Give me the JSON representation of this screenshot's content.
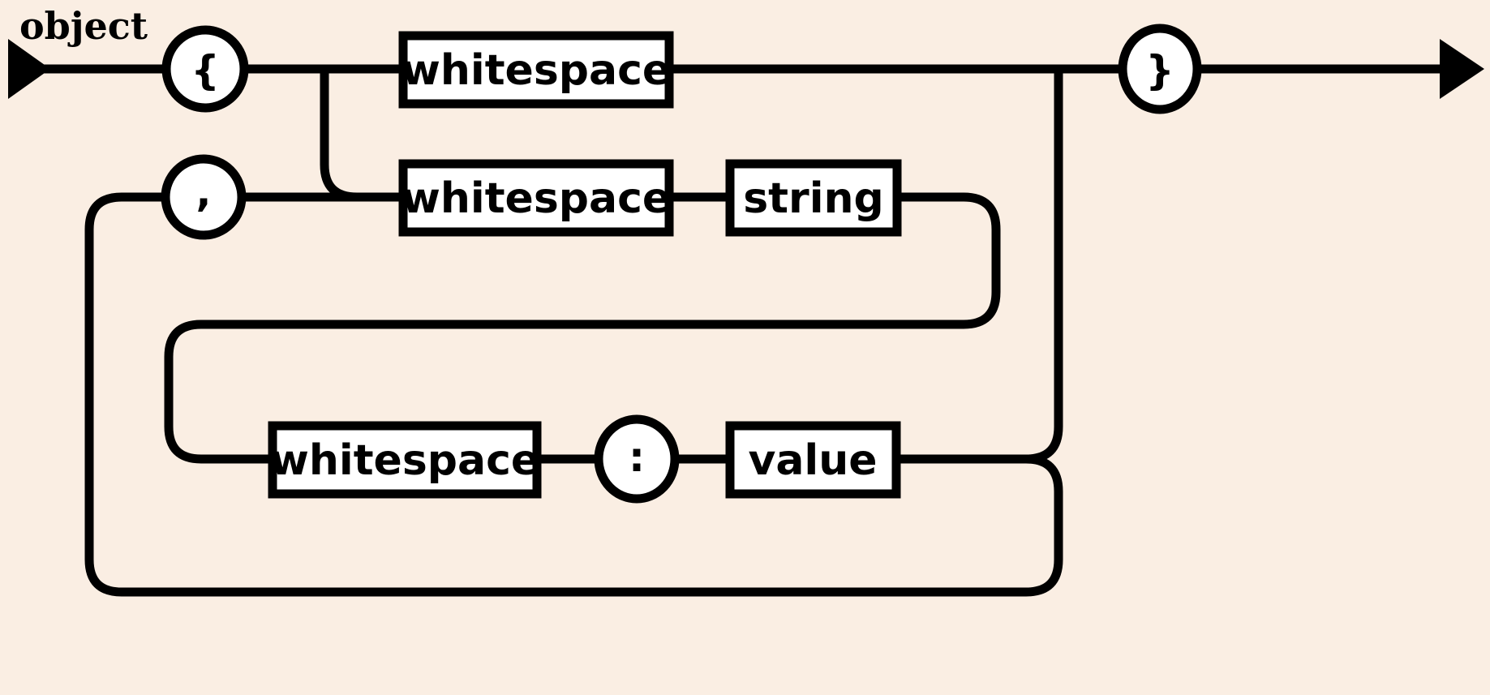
{
  "diagram": {
    "title": "object",
    "type": "railroad-syntax-diagram",
    "background_color": "#faeee3",
    "line_color": "#000000",
    "node_fill": "#ffffff",
    "rows": [
      {
        "id": "row-open",
        "nodes": [
          {
            "kind": "terminal",
            "shape": "circle",
            "label": "{"
          },
          {
            "kind": "nonterminal",
            "shape": "box",
            "label": "whitespace"
          },
          {
            "kind": "terminal",
            "shape": "circle",
            "label": "}"
          }
        ]
      },
      {
        "id": "row-comma-key",
        "nodes": [
          {
            "kind": "terminal",
            "shape": "circle",
            "label": ","
          },
          {
            "kind": "nonterminal",
            "shape": "box",
            "label": "whitespace"
          },
          {
            "kind": "nonterminal",
            "shape": "box",
            "label": "string"
          }
        ]
      },
      {
        "id": "row-colon-value",
        "nodes": [
          {
            "kind": "nonterminal",
            "shape": "box",
            "label": "whitespace"
          },
          {
            "kind": "terminal",
            "shape": "circle",
            "label": ":"
          },
          {
            "kind": "nonterminal",
            "shape": "box",
            "label": "value"
          }
        ]
      }
    ],
    "labels": {
      "title": "object",
      "open_brace": "{",
      "close_brace": "}",
      "comma": ",",
      "colon": ":",
      "whitespace_1": "whitespace",
      "whitespace_2": "whitespace",
      "whitespace_3": "whitespace",
      "string": "string",
      "value": "value"
    },
    "markers": {
      "entry_arrow": "start-arrow",
      "exit_arrow": "end-arrow"
    }
  }
}
